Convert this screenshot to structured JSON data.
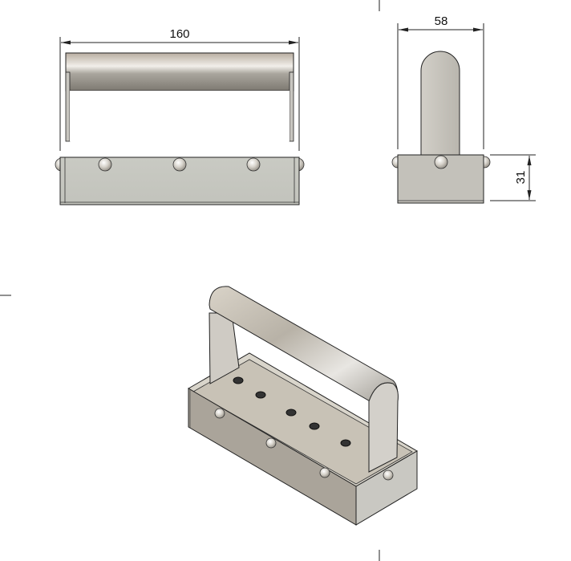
{
  "drawing": {
    "front_view": {
      "width_dimension": "160"
    },
    "side_view": {
      "width_dimension": "58",
      "height_dimension": "31"
    },
    "isometric_view": {
      "label": ""
    }
  },
  "colors": {
    "body": "#c8c8c0",
    "body_dark": "#a9a49b",
    "handle_light": "#e6e2da",
    "handle_dark": "#8a867e",
    "outline": "#1a1a1a"
  }
}
